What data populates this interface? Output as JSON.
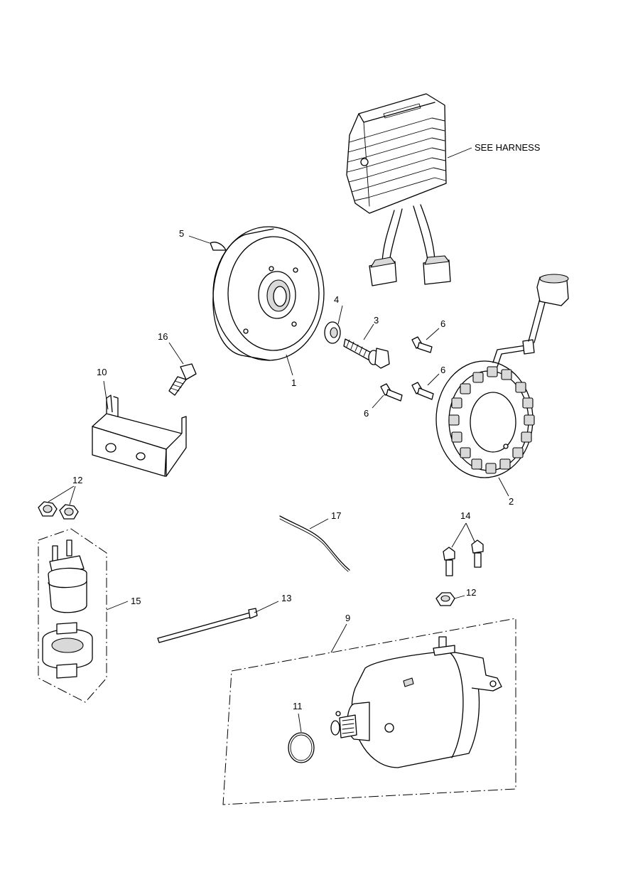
{
  "callouts": {
    "see_harness": "SEE HARNESS",
    "c1": "1",
    "c2": "2",
    "c3": "3",
    "c4": "4",
    "c5": "5",
    "c6a": "6",
    "c6b": "6",
    "c6c": "6",
    "c9": "9",
    "c10": "10",
    "c11": "11",
    "c12a": "12",
    "c12b": "12",
    "c13": "13",
    "c14": "14",
    "c15": "15",
    "c16": "16",
    "c17": "17"
  }
}
